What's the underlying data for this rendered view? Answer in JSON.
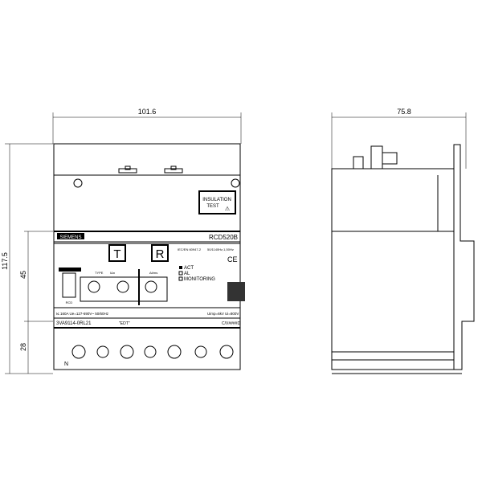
{
  "dimensions": {
    "front_width": "101.6",
    "side_width": "75.8",
    "total_height": "117.5",
    "upper_height": "45",
    "lower_height": "28"
  },
  "front": {
    "brand": "SIEMENS",
    "model": "RCD520B",
    "insulation_line1": "INSULATION",
    "insulation_line2": "TEST",
    "test_button": "T",
    "reset_button": "R",
    "standard": "IEC/EN 60947-2",
    "frequency": "50/1140Hz,1,50Hz",
    "indicators": [
      "ACT",
      "AL",
      "MONITORING"
    ],
    "type_label": "TYPE",
    "in_label": "IΔn",
    "dt_label": "Δt/ms",
    "rcd_label": "RCD",
    "ratings": "I≤ 160A  Ue=127-690V~ 50/60Hz",
    "uimp": "Uimp=6kV",
    "ui": "Ui=800V",
    "order_number": "3VA9114-0RL21",
    "edt": "\"EDT\"",
    "cert": "C/V####D",
    "terminal_n": "N"
  }
}
